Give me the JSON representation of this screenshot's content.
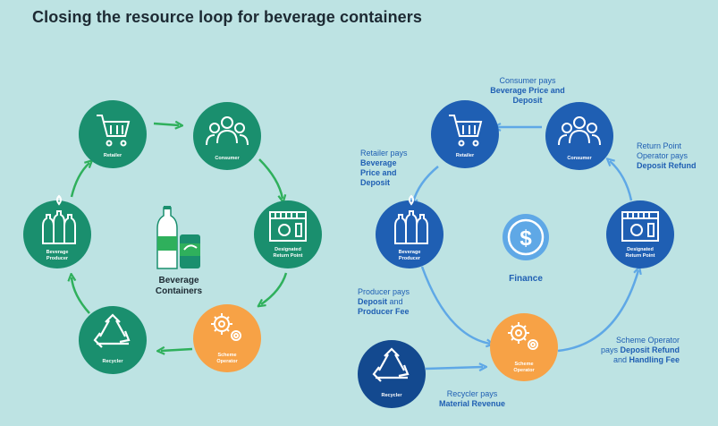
{
  "title": "Closing the resource loop for beverage containers",
  "colors": {
    "background": "#bde3e3",
    "green": "#1a8f6e",
    "green_arrow": "#2fb05c",
    "orange": "#f7a246",
    "blue": "#1f5fb3",
    "light_blue": "#5fa8e6",
    "dark_blue": "#13498f",
    "title": "#1d2a33"
  },
  "left_loop": {
    "center_label_line1": "Beverage",
    "center_label_line2": "Containers",
    "nodes": {
      "retailer": {
        "label": "Retailer",
        "icon": "shopping-cart-icon"
      },
      "consumer": {
        "label": "Consumer",
        "icon": "people-icon"
      },
      "return_point_line1": "Designated",
      "return_point_line2": "Return Point",
      "scheme_line1": "Scheme",
      "scheme_line2": "Operator",
      "recycler": {
        "label": "Recycler",
        "icon": "recycle-icon"
      },
      "producer_line1": "Beverage",
      "producer_line2": "Producer"
    }
  },
  "right_loop": {
    "center_label": "Finance",
    "center_icon": "dollar-icon",
    "nodes": {
      "retailer": "Retailer",
      "consumer": "Consumer",
      "return_point_line1": "Designated",
      "return_point_line2": "Return Point",
      "scheme_line1": "Scheme",
      "scheme_line2": "Operator",
      "recycler": "Recycler",
      "producer_line1": "Beverage",
      "producer_line2": "Producer"
    },
    "annotations": {
      "consumer_pays": {
        "l1": "Consumer pays",
        "l2": "Beverage Price and",
        "l3": "Deposit"
      },
      "retailer_pays": {
        "l1": "Retailer pays",
        "l2": "Beverage",
        "l3": "Price and",
        "l4": "Deposit"
      },
      "return_point_pays": {
        "l1": "Return Point",
        "l2": "Operator pays",
        "l3": "Deposit Refund"
      },
      "producer_pays": {
        "l1": "Producer pays",
        "l2": "Deposit",
        "l2b": " and",
        "l3": "Producer Fee"
      },
      "scheme_pays": {
        "l1": "Scheme Operator",
        "l2a": "pays ",
        "l2": "Deposit Refund",
        "l3a": "and ",
        "l3": "Handling Fee"
      },
      "recycler_pays": {
        "l1": "Recycler pays",
        "l2": "Material Revenue"
      }
    }
  }
}
